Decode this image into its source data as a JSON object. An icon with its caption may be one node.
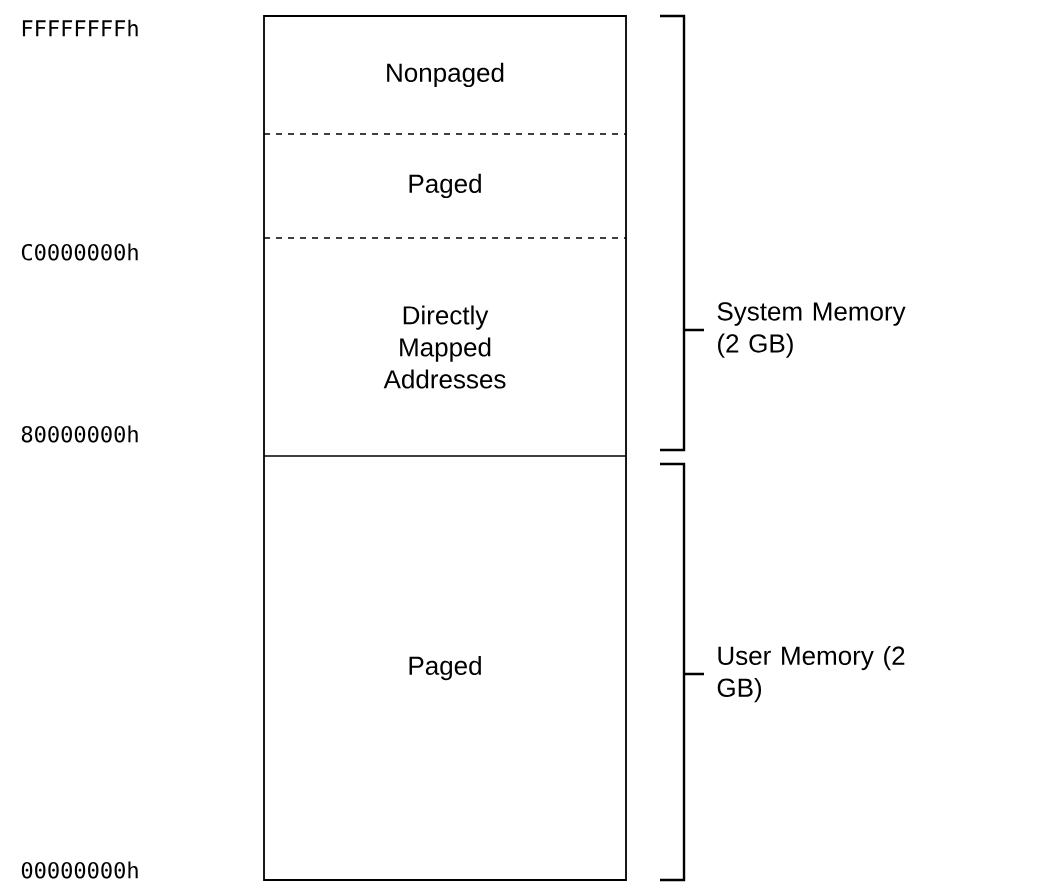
{
  "diagram": {
    "nodes": [
      {
        "text": [
          "Nonpaged"
        ]
      },
      {
        "text": [
          "Paged"
        ]
      },
      {
        "text": [
          "Directly Mapped Addresses"
        ]
      },
      {
        "text": [
          "Paged"
        ]
      }
    ],
    "labels": [
      "FFFFFFFFh",
      "C0000000h",
      "80000000h",
      "00000000h",
      "System Memory (2 GB)",
      "User Memory (2 GB)"
    ]
  }
}
